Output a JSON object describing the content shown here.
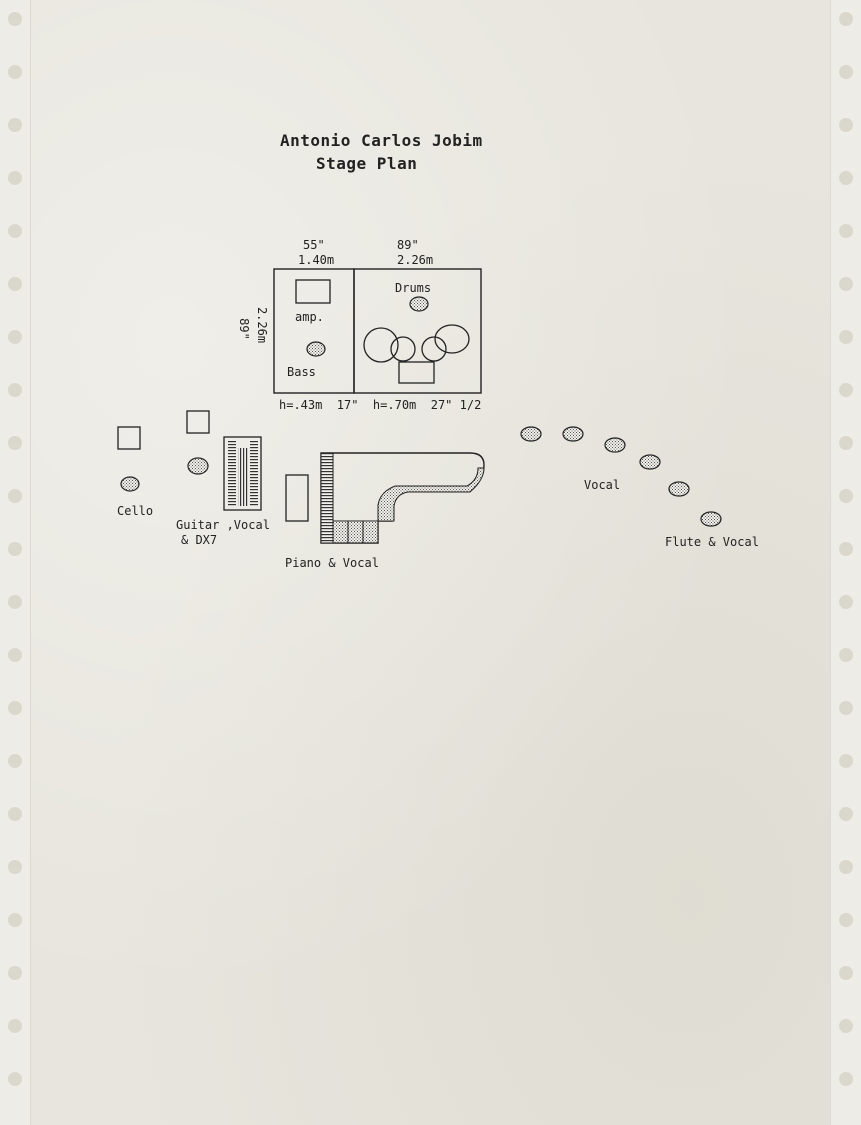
{
  "title_line1": "Antonio Carlos Jobim",
  "title_line2": "Stage Plan",
  "dimensions": {
    "bass_width_in": "55\"",
    "bass_width_m": "1.40m",
    "drums_width_in": "89\"",
    "drums_width_m": "2.26m",
    "depth_in": "89\"",
    "depth_m": "2.26m",
    "riser_heights": "h=.43m  17\"  h=.70m  27\" 1/2"
  },
  "labels": {
    "drums": "Drums",
    "amp": "amp.",
    "bass": "Bass",
    "cello": "Cello",
    "guitar_line1": "Guitar ,Vocal",
    "guitar_line2": "& DX7",
    "piano": "Piano & Vocal",
    "vocal": "Vocal",
    "flute": "Flute & Vocal"
  }
}
